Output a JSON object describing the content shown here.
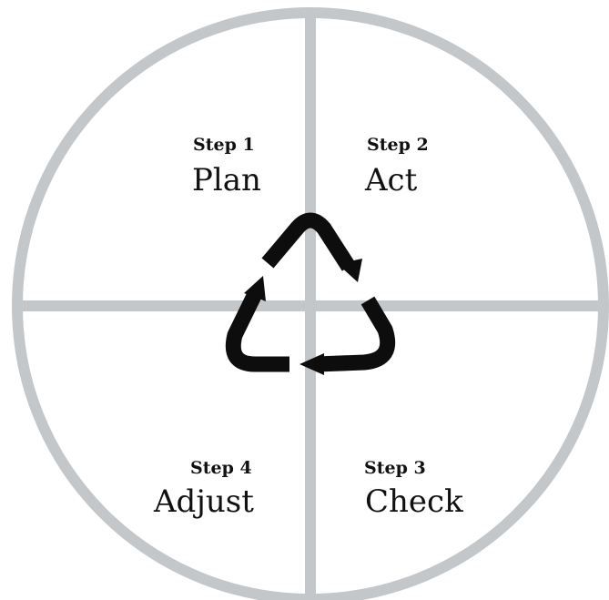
{
  "colors": {
    "ring": "#c4c7c9",
    "arrows": "#0d0d0d",
    "text": "#111111"
  },
  "quadrants": {
    "plan": {
      "step": "Step 1",
      "title": "Plan"
    },
    "act": {
      "step": "Step 2",
      "title": "Act"
    },
    "check": {
      "step": "Step 3",
      "title": "Check"
    },
    "adjust": {
      "step": "Step 4",
      "title": "Adjust"
    }
  },
  "center_icon": "cycle-arrows-icon"
}
